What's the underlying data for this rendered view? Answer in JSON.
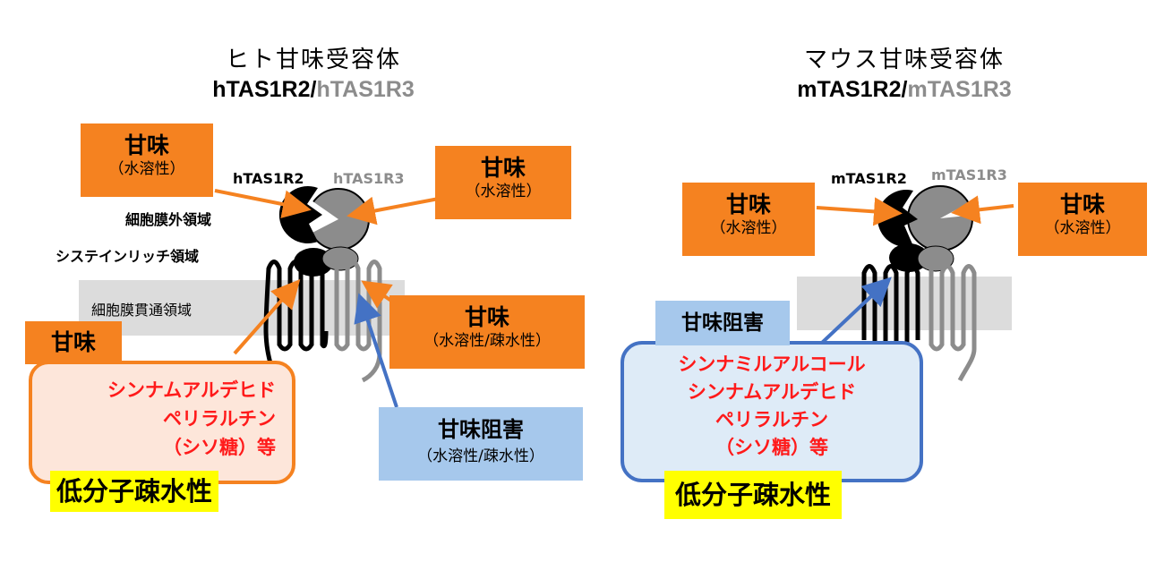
{
  "left": {
    "title": "ヒト甘味受容体",
    "subtitle_part1": "hTAS1R2/",
    "subtitle_part2": "hTAS1R3",
    "label_r2": "hTAS1R2",
    "label_r3": "hTAS1R3",
    "region_extracellular": "細胞膜外領域",
    "region_cysteine": "システインリッチ領域",
    "region_transmembrane": "細胞膜貫通領域",
    "box_left_top": {
      "main": "甘味",
      "sub": "（水溶性）"
    },
    "box_right_top": {
      "main": "甘味",
      "sub": "（水溶性）"
    },
    "box_right_mid": {
      "main": "甘味",
      "sub": "（水溶性/疎水性）"
    },
    "box_inhibit": {
      "main": "甘味阻害",
      "sub": "（水溶性/疎水性）"
    },
    "box_sweet_tab": "甘味",
    "compounds": [
      "シンナムアルデヒド",
      "ペリラルチン",
      "（シソ糖）等"
    ],
    "hydrophobic_label": "低分子疎水性"
  },
  "right": {
    "title": "マウス甘味受容体",
    "subtitle_part1": "mTAS1R2/",
    "subtitle_part2": "mTAS1R3",
    "label_r2": "mTAS1R2",
    "label_r3": "mTAS1R3",
    "box_left": {
      "main": "甘味",
      "sub": "（水溶性）"
    },
    "box_right": {
      "main": "甘味",
      "sub": "（水溶性）"
    },
    "box_inhibit_tab": "甘味阻害",
    "compounds": [
      "シンナミルアルコール",
      "シンナムアルデヒド",
      "ペリラルチン",
      "（シソ糖）等"
    ],
    "hydrophobic_label": "低分子疎水性"
  },
  "colors": {
    "orange": "#f58220",
    "blue_box": "#a6c8ec",
    "blue_line": "#4472c4",
    "red_text": "#ff1a1a",
    "yellow": "#ffff00",
    "membrane": "#d9d9d9",
    "r3_gray": "#8c8c8c"
  }
}
